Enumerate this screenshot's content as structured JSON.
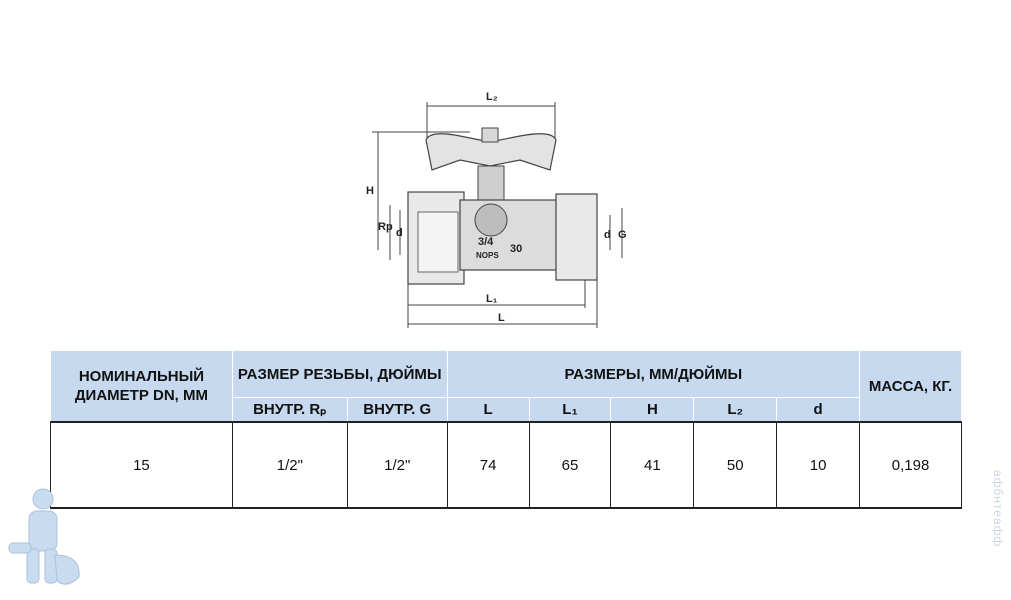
{
  "drawing": {
    "labels": {
      "l2": "L₂",
      "h": "H",
      "rp": "Rp",
      "d_left": "d",
      "d_right": "d",
      "g": "G",
      "l1": "L₁",
      "l": "L"
    },
    "body_marks": {
      "size": "3/4",
      "pn": "30",
      "brand": "NOPS"
    }
  },
  "table": {
    "headers": {
      "dn": "НОМИНАЛЬНЫЙ ДИАМЕТР DN, ММ",
      "thread": "РАЗМЕР РЕЗЬБЫ, ДЮЙМЫ",
      "dims": "РАЗМЕРЫ, ММ/ДЮЙМЫ",
      "mass": "МАССА, КГ.",
      "sub": [
        "ВНУТР. Rₚ",
        "ВНУТР. G",
        "L",
        "L₁",
        "H",
        "L₂",
        "d"
      ]
    },
    "row": [
      "15",
      "1/2\"",
      "1/2\"",
      "74",
      "65",
      "41",
      "50",
      "10",
      "0,198"
    ]
  },
  "watermark": "aфбнтеафф"
}
